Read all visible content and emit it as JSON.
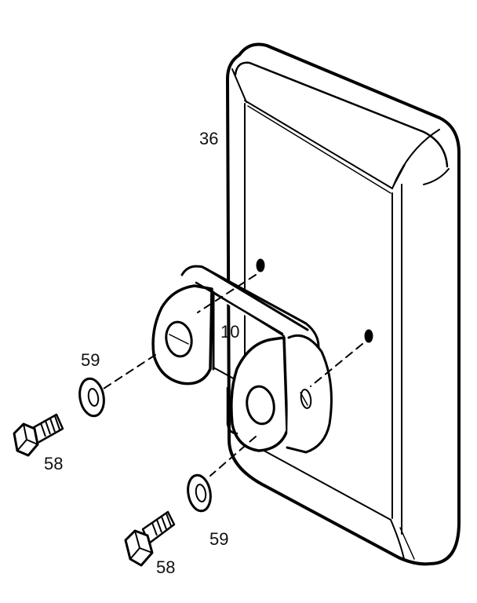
{
  "callouts": {
    "part_36": "36",
    "part_10": "10",
    "part_59_upper": "59",
    "part_59_lower": "59",
    "part_58_upper": "58",
    "part_58_lower": "58"
  },
  "colors": {
    "line": "#000000",
    "background": "#ffffff"
  }
}
